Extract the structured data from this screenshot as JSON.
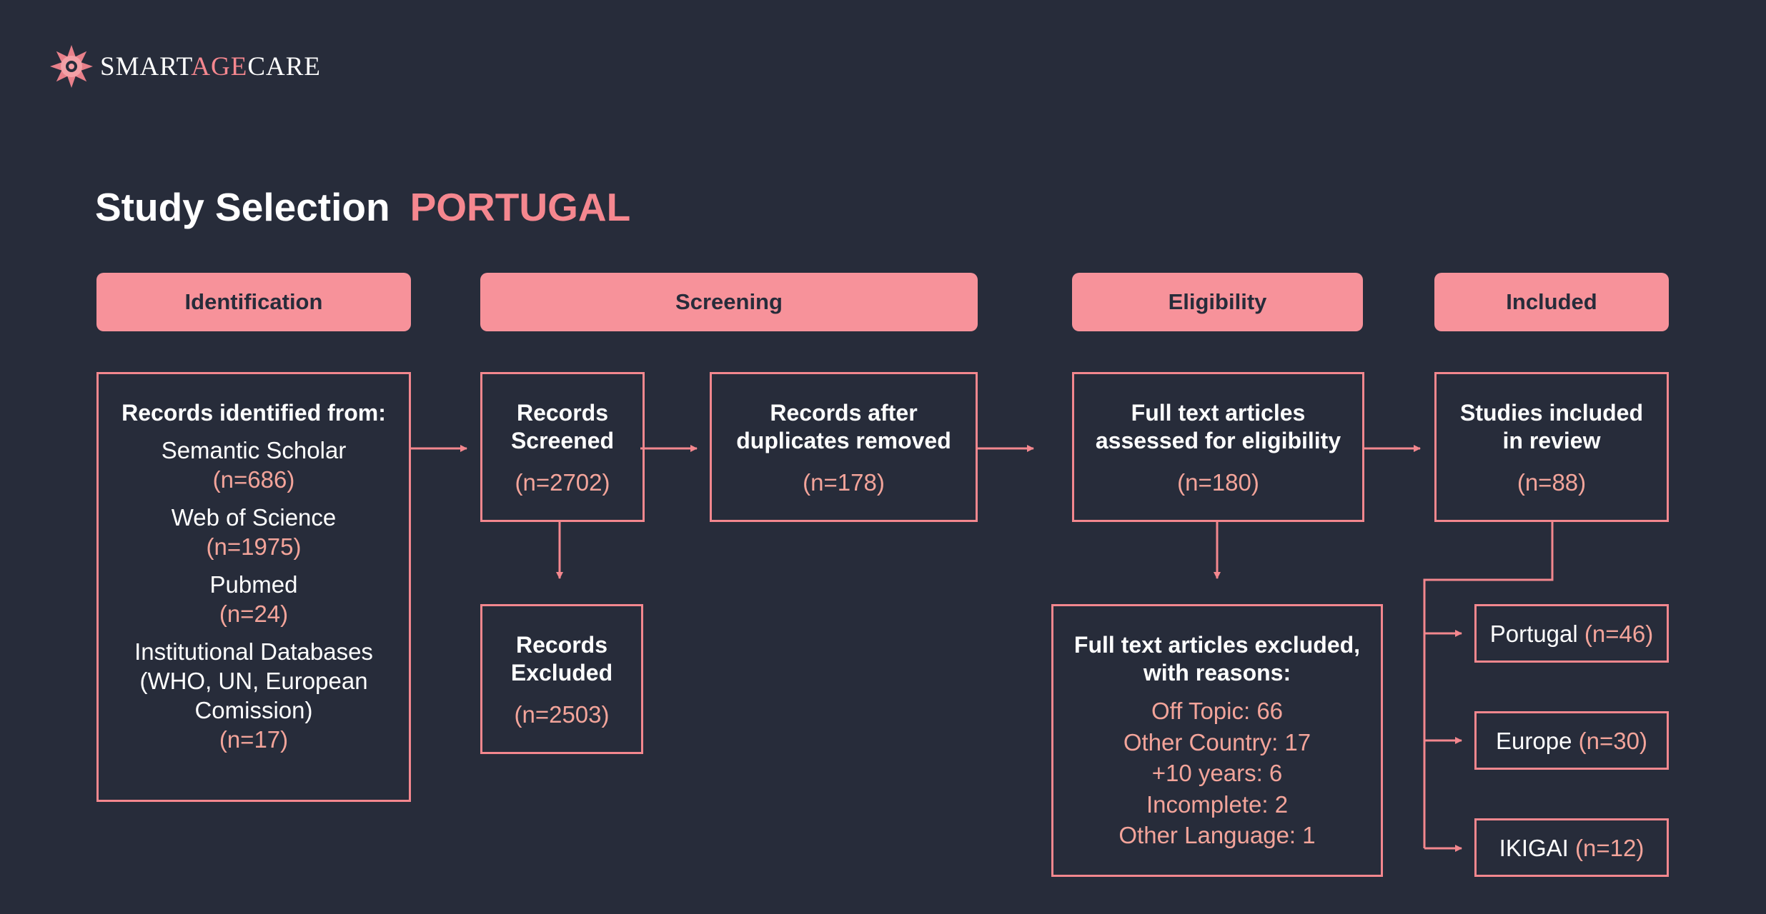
{
  "brand": {
    "logo_left": "SMART",
    "logo_accent": "AGE",
    "logo_right": "CARE",
    "logo_icon": "lotus-flower-icon"
  },
  "title": {
    "main": "Study Selection",
    "sub": "PORTUGAL"
  },
  "colors": {
    "background": "#272c3a",
    "accent": "#f7929a",
    "count": "#f3a49a",
    "text": "#ffffff"
  },
  "phases": [
    "Identification",
    "Screening",
    "Eligibility",
    "Included"
  ],
  "identified": {
    "heading": "Records identified from:",
    "sources": [
      {
        "name": "Semantic Scholar",
        "count": "(n=686)"
      },
      {
        "name": "Web of Science",
        "count": "(n=1975)"
      },
      {
        "name": "Pubmed",
        "count": "(n=24)"
      },
      {
        "name_lines": [
          "Institutional Databases",
          "(WHO, UN, European",
          "Comission)"
        ],
        "count": "(n=17)"
      }
    ]
  },
  "screened": {
    "lines": [
      "Records",
      "Screened"
    ],
    "count": "(n=2702)"
  },
  "excluded": {
    "lines": [
      "Records",
      "Excluded"
    ],
    "count": "(n=2503)"
  },
  "deduplicated": {
    "lines": [
      "Records after",
      "duplicates removed"
    ],
    "count": "(n=178)"
  },
  "eligibility": {
    "lines": [
      "Full text articles",
      "assessed for eligibility"
    ],
    "count": "(n=180)"
  },
  "fulltext_excluded": {
    "lines": [
      "Full text articles excluded,",
      "with reasons:"
    ],
    "reasons": [
      "Off Topic: 66",
      "Other Country: 17",
      "+10 years: 6",
      "Incomplete: 2",
      "Other Language: 1"
    ]
  },
  "included": {
    "lines": [
      "Studies included",
      "in review"
    ],
    "count": "(n=88)"
  },
  "subgroups": [
    {
      "name": "Portugal",
      "count": "(n=46)"
    },
    {
      "name": "Europe",
      "count": "(n=30)"
    },
    {
      "name": "IKIGAI",
      "count": "(n=12)"
    }
  ]
}
